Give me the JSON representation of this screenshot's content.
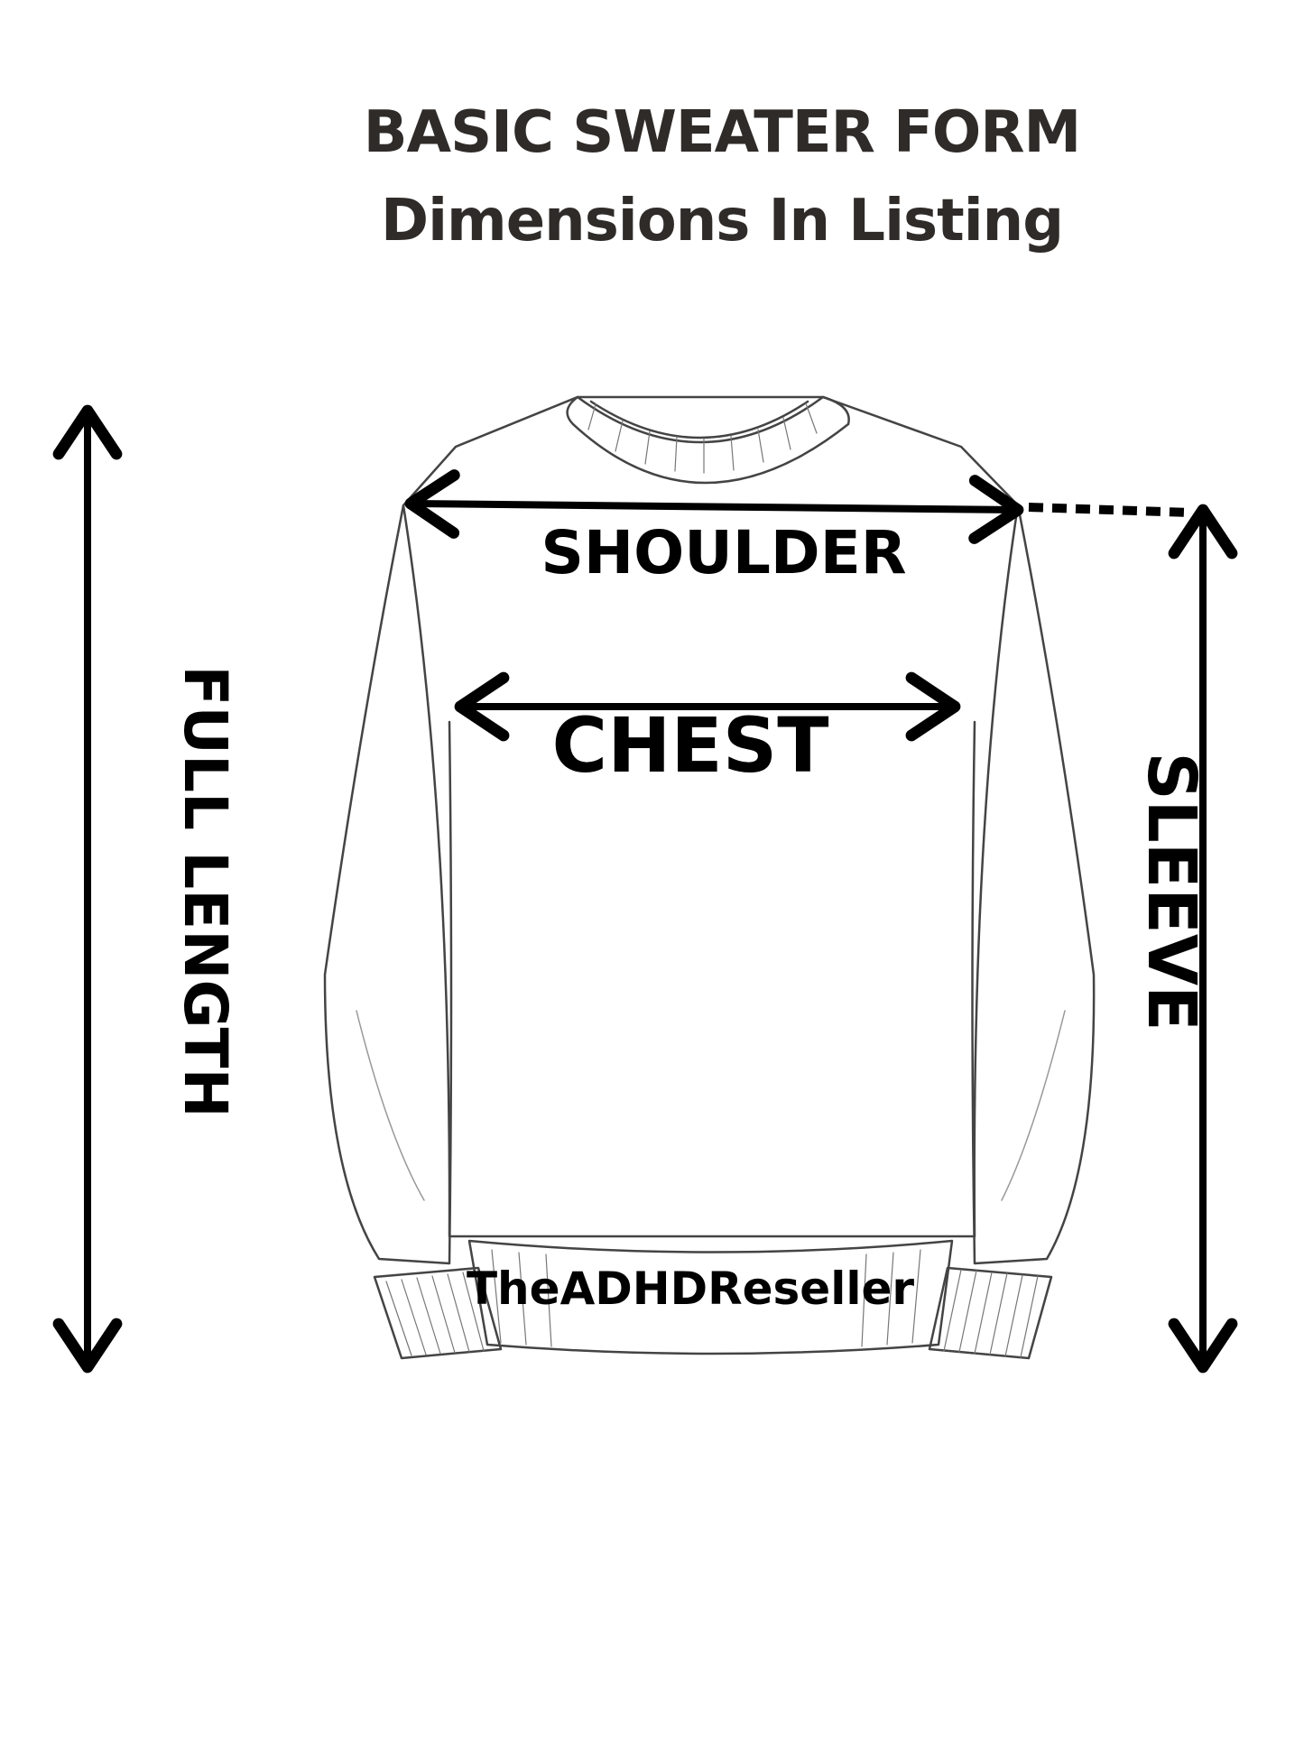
{
  "header": {
    "line1": "BASIC SWEATER FORM",
    "line2": "Dimensions In Listing"
  },
  "labels": {
    "shoulder": "SHOULDER",
    "chest": "CHEST",
    "full_length": "FULL LENGTH",
    "sleeve": "SLEEVE",
    "watermark": "TheADHDReseller"
  },
  "colors": {
    "title_text": "#2f2b29",
    "arrows": "#000000",
    "outline": "#444444"
  }
}
